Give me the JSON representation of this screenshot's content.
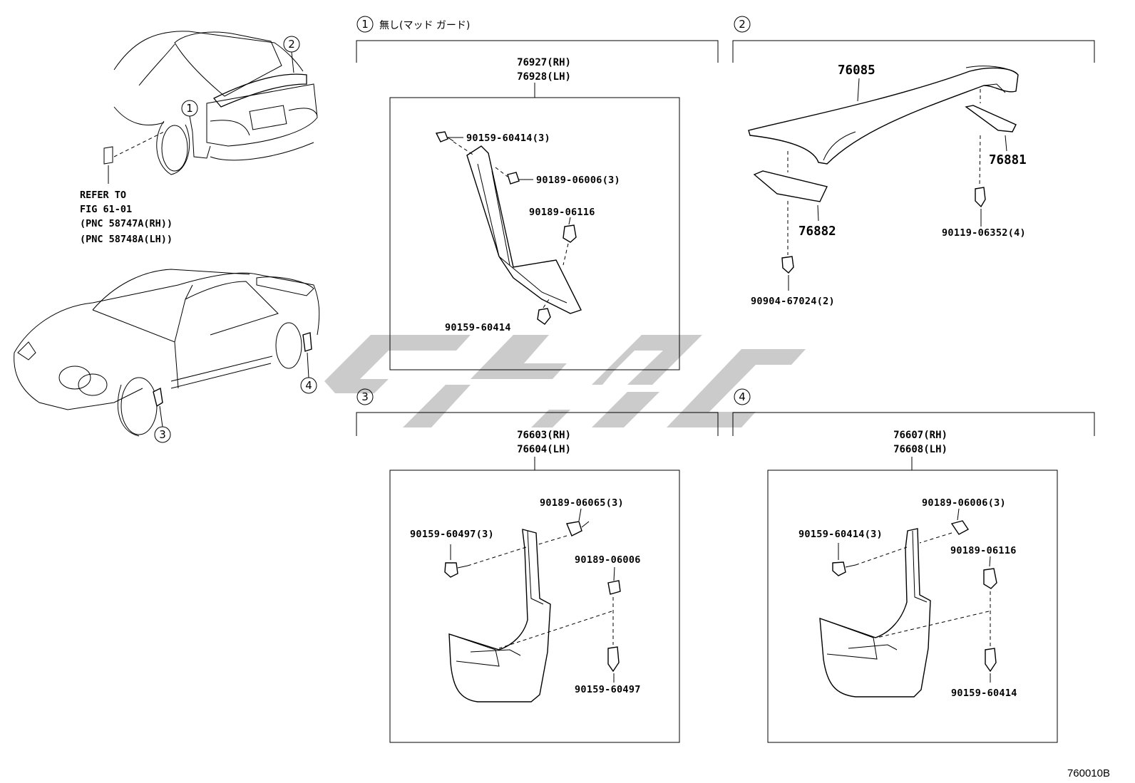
{
  "sections": {
    "s1": {
      "num": "1",
      "caption": "無し(マッド ガード)"
    },
    "s2": {
      "num": "2"
    },
    "s3": {
      "num": "3"
    },
    "s4": {
      "num": "4"
    }
  },
  "overview": {
    "callouts": [
      "1",
      "2",
      "3",
      "4"
    ],
    "refer_note": [
      "REFER TO",
      "FIG 61-01",
      "(PNC 58747A(RH))",
      "(PNC 58748A(LH))"
    ]
  },
  "panel1": {
    "main_rh": "76927(RH)",
    "main_lh": "76928(LH)",
    "parts": {
      "screw_top": "90159-60414(3)",
      "nut": "90189-06006(3)",
      "clip": "90189-06116",
      "screw_bottom": "90159-60414"
    }
  },
  "panel2": {
    "spoiler": "76085",
    "bracket_right": "76881",
    "bracket_left": "76882",
    "bolt_left": "90904-67024(2)",
    "bolt_right": "90119-06352(4)"
  },
  "panel3": {
    "main_rh": "76603(RH)",
    "main_lh": "76604(LH)",
    "parts": {
      "nut_top": "90189-06065(3)",
      "screw_left": "90159-60497(3)",
      "nut_right": "90189-06006",
      "screw_bottom": "90159-60497"
    }
  },
  "panel4": {
    "main_rh": "76607(RH)",
    "main_lh": "76608(LH)",
    "parts": {
      "nut_top": "90189-06006(3)",
      "screw_left": "90159-60414(3)",
      "clip": "90189-06116",
      "screw_bottom": "90159-60414"
    }
  },
  "figure_code": "760010B"
}
